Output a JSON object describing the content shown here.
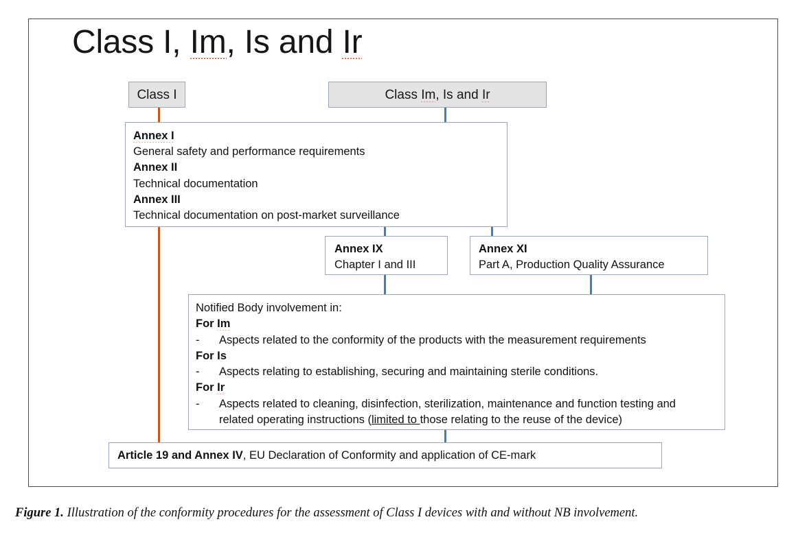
{
  "figure": {
    "title": "Class I, Im, Is and Ir",
    "title_spellcheck_words": [
      "Im",
      "Ir"
    ],
    "caption_label": "Figure 1.",
    "caption_text": "Illustration of the conformity procedures for the assessment of Class I devices with and without NB involvement."
  },
  "nodes": {
    "class_i": {
      "label": "Class I",
      "fill": "#e4e4e4",
      "border": "#9aa5b8"
    },
    "class_im_is_ir": {
      "label": "Class Im, Is and Ir",
      "fill": "#e4e4e4",
      "border": "#9aa5b8"
    },
    "annex_main": {
      "lines": [
        {
          "text": "Annex I",
          "bold": true,
          "spellcheck": false
        },
        {
          "text": "General safety and performance requirements",
          "bold": false,
          "spellcheck": false
        },
        {
          "text": "Annex II",
          "bold": true,
          "spellcheck": false
        },
        {
          "text": "Technical documentation",
          "bold": false,
          "spellcheck": false
        },
        {
          "text": "Annex III",
          "bold": true,
          "spellcheck": false
        },
        {
          "text": "Technical documentation on post-market surveillance",
          "bold": false,
          "spellcheck": false
        }
      ]
    },
    "annex_ix": {
      "heading": "Annex IX",
      "body": "Chapter I and III"
    },
    "annex_xi": {
      "heading": "Annex XI",
      "body": "Part A, Production Quality Assurance"
    },
    "notified_body": {
      "intro": "Notified Body involvement in:",
      "groups": [
        {
          "heading": "For Im",
          "heading_prefix": "For ",
          "heading_word": "Im",
          "bullet_dash": "-",
          "bullets": [
            {
              "pre": "Aspects related to the conformity of the products with the measurement requirements",
              "underline": "",
              "post": ""
            }
          ]
        },
        {
          "heading": "For Is",
          "heading_prefix": "For ",
          "heading_word": "Is",
          "bullet_dash": "-",
          "bullets": [
            {
              "pre": "Aspects relating to establishing, securing and maintaining sterile conditions.",
              "underline": "",
              "post": ""
            }
          ]
        },
        {
          "heading": "For Ir",
          "heading_prefix": "For ",
          "heading_word": "Ir",
          "bullet_dash": "-",
          "bullets": [
            {
              "pre": "Aspects related to cleaning, disinfection, sterilization, maintenance and function testing and related operating instructions (",
              "underline": "limited to ",
              "post": "those relating to the reuse of the device)"
            }
          ]
        }
      ]
    },
    "article_19": {
      "bold_part": "Article 19 and Annex IV",
      "rest_part": ", EU Declaration of Conformity and application of CE-mark"
    }
  },
  "connectors": {
    "orange_color": "#c55a21",
    "blue_color": "#3d7fc1",
    "items": [
      {
        "name": "class-i-to-annex-main",
        "color": "orange"
      },
      {
        "name": "class-im-to-annex-main",
        "color": "blue"
      },
      {
        "name": "annex-main-to-annex-ix",
        "color": "blue"
      },
      {
        "name": "annex-main-to-annex-xi",
        "color": "blue"
      },
      {
        "name": "annex-ix-to-notified-body",
        "color": "blue"
      },
      {
        "name": "annex-xi-to-notified-body",
        "color": "blue"
      },
      {
        "name": "annex-main-to-article-19",
        "color": "orange"
      },
      {
        "name": "notified-body-to-article-19",
        "color": "blue"
      }
    ]
  }
}
